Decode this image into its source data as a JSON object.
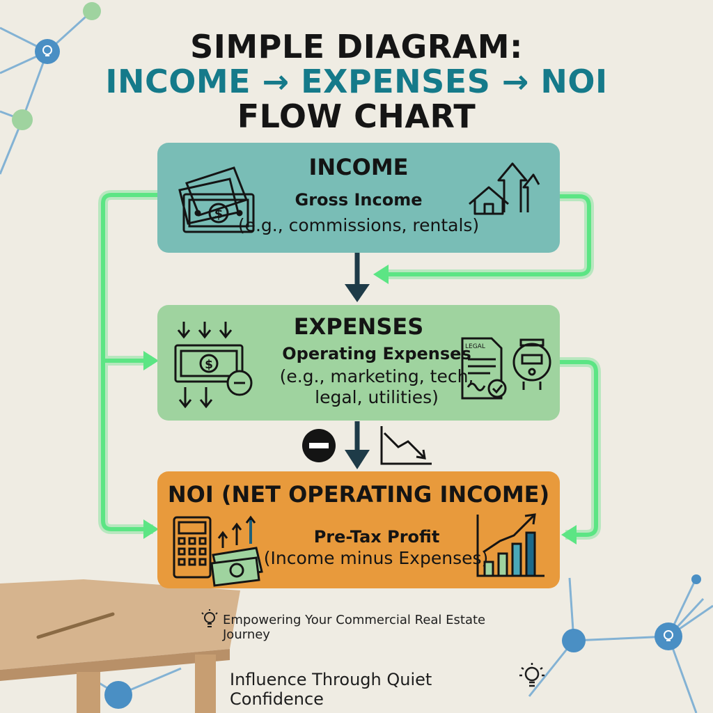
{
  "title": {
    "line1": "SIMPLE DIAGRAM:",
    "line2": "INCOME → EXPENSES → NOI",
    "line3": "FLOW CHART"
  },
  "boxes": {
    "income": {
      "title": "INCOME",
      "subtitle": "Gross Income",
      "description": "(e.g., commissions, rentals)"
    },
    "expenses": {
      "title": "EXPENSES",
      "subtitle": "Operating Expenses",
      "description_line1": "(e.g., marketing, tech,",
      "description_line2": "legal, utilities)",
      "legal_label": "LEGAL"
    },
    "noi": {
      "title": "NOI (NET OPERATING INCOME)",
      "subtitle": "Pre-Tax Profit",
      "description": "(Income minus Expenses)"
    }
  },
  "footer": {
    "tagline": "Empowering Your Commercial Real Estate Journey",
    "motto": "Influence Through Quiet Confidence"
  },
  "colors": {
    "background": "#efece3",
    "title_dark": "#151515",
    "title_teal": "#157a8a",
    "income_box": "#79bdb6",
    "expenses_box": "#9fd39f",
    "noi_box": "#e89a3c",
    "connector_glow": "#52e07a",
    "network_node": "#4a8fc4"
  },
  "icons": [
    "money-stack-icon",
    "house-up-arrow-icon",
    "down-arrows-icon",
    "money-minus-icon",
    "legal-document-icon",
    "utility-meter-icon",
    "minus-circle-icon",
    "downward-trend-icon",
    "calculator-icon",
    "money-growth-icon",
    "bar-chart-growth-icon",
    "lightbulb-icon"
  ]
}
